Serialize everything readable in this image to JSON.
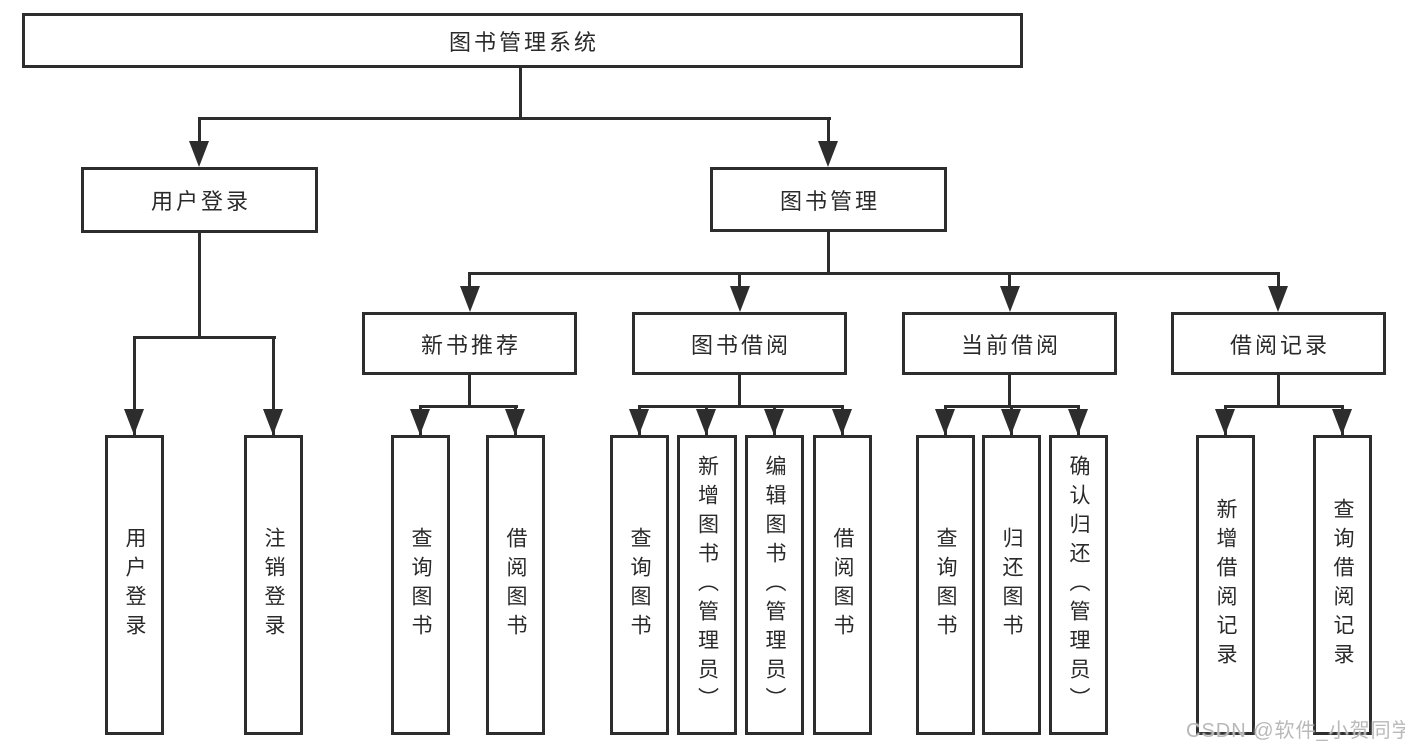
{
  "diagram": {
    "title": "图书管理系统",
    "root": {
      "label": "图书管理系统"
    },
    "branches": [
      {
        "label": "用户登录",
        "children": [
          {
            "label": "用户登录"
          },
          {
            "label": "注销登录"
          }
        ]
      },
      {
        "label": "图书管理",
        "children": [
          {
            "label": "新书推荐",
            "children": [
              {
                "label": "查询图书"
              },
              {
                "label": "借阅图书"
              }
            ]
          },
          {
            "label": "图书借阅",
            "children": [
              {
                "label": "查询图书"
              },
              {
                "label": "新增图书（管理员）"
              },
              {
                "label": "编辑图书（管理员）"
              },
              {
                "label": "借阅图书"
              }
            ]
          },
          {
            "label": "当前借阅",
            "children": [
              {
                "label": "查询图书"
              },
              {
                "label": "归还图书"
              },
              {
                "label": "确认归还（管理员）"
              }
            ]
          },
          {
            "label": "借阅记录",
            "children": [
              {
                "label": "新增借阅记录"
              },
              {
                "label": "查询借阅记录"
              }
            ]
          }
        ]
      }
    ]
  },
  "watermark": {
    "text": "CSDN @软件_小贺同学"
  },
  "colors": {
    "line": "#2d2d2d",
    "text": "#2a2a2a",
    "watermark": "#b9b9b9",
    "bg": "#ffffff"
  }
}
